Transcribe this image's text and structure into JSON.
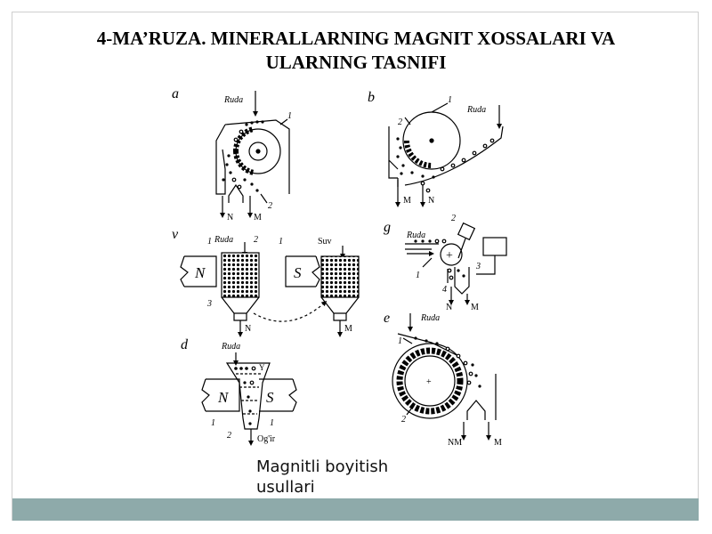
{
  "slide": {
    "title_line1": "4-MA’RUZA. MINERALLARNING MAGNIT XOSSALARI VA",
    "title_line2": "ULARNING TASNIFI",
    "caption_line1": "Magnitli boyitish",
    "caption_line2": "usullari"
  },
  "figure": {
    "panels": [
      "a",
      "b",
      "v",
      "g",
      "d",
      "e"
    ],
    "a": {
      "feed": "Ruda",
      "n1": "1",
      "n2": "2",
      "out1": "N",
      "out2": "M"
    },
    "b": {
      "feed": "Ruda",
      "n1": "1",
      "n2": "2",
      "out1": "M",
      "out2": "N"
    },
    "v": {
      "feed": "Ruda",
      "water": "Suv",
      "n1": "1",
      "n2": "2",
      "n3": "3",
      "n1b": "1",
      "poleN": "N",
      "poleS": "S",
      "out1": "N",
      "out2": "M"
    },
    "g": {
      "feed": "Ruda",
      "n1": "1",
      "n2": "2",
      "n3": "3",
      "n4": "4",
      "out1": "N",
      "out2": "M"
    },
    "d": {
      "feed": "Ruda",
      "light": "Y",
      "n1": "1",
      "n1b": "1",
      "n2": "2",
      "poleN": "N",
      "poleS": "S",
      "out": "Og'ir"
    },
    "e": {
      "feed": "Ruda",
      "n1": "1",
      "n2": "2",
      "out1": "NM",
      "out2": "M"
    }
  },
  "colors": {
    "footer": "#8eaaaa",
    "ink": "#000000"
  }
}
